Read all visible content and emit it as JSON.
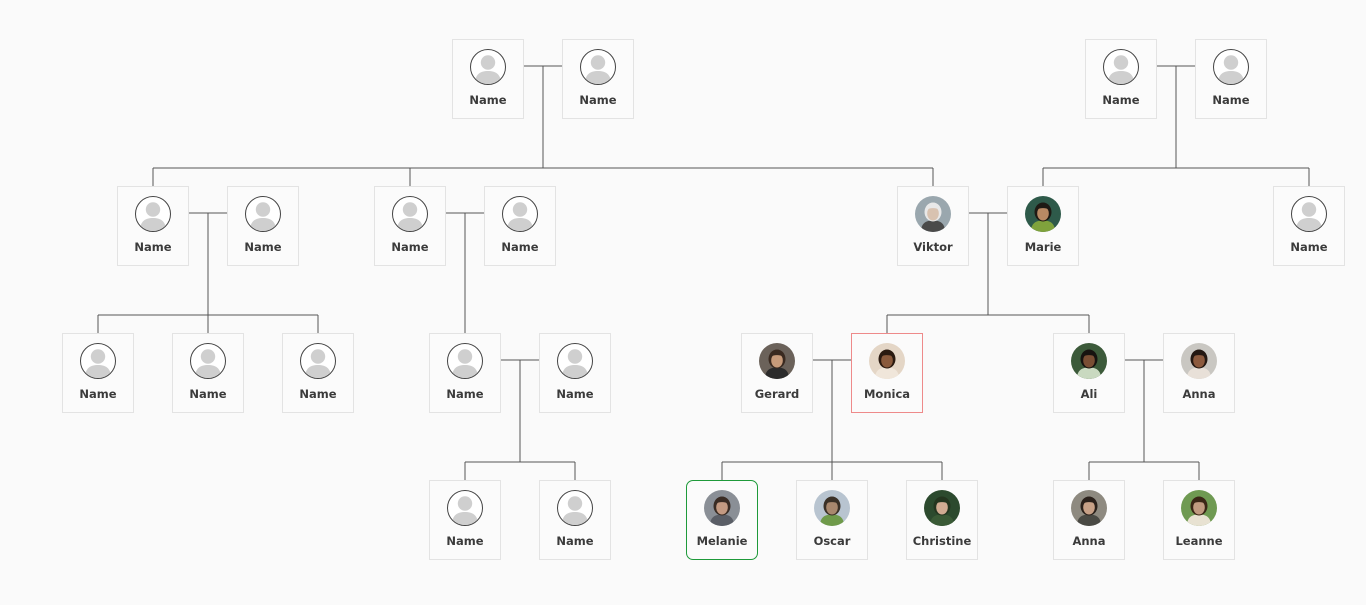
{
  "tree": {
    "people": [
      {
        "id": "g1a",
        "name": "Name",
        "avatar": "placeholder"
      },
      {
        "id": "g1b",
        "name": "Name",
        "avatar": "placeholder"
      },
      {
        "id": "g2a",
        "name": "Name",
        "avatar": "placeholder"
      },
      {
        "id": "g2b",
        "name": "Name",
        "avatar": "placeholder"
      },
      {
        "id": "g3a",
        "name": "Name",
        "avatar": "placeholder"
      },
      {
        "id": "g3b",
        "name": "Name",
        "avatar": "placeholder"
      },
      {
        "id": "viktor",
        "name": "Viktor",
        "avatar": "photo",
        "photo": {
          "bg": "#9aa7ae",
          "skin": "#d8c2b0",
          "hair": "#e8e8e8",
          "shirt": "#4a4a4a"
        }
      },
      {
        "id": "marie",
        "name": "Marie",
        "avatar": "photo",
        "photo": {
          "bg": "#2e5a4a",
          "skin": "#b98a64",
          "hair": "#1e1a14",
          "shirt": "#7fa23c"
        }
      },
      {
        "id": "g4a",
        "name": "Name",
        "avatar": "placeholder"
      },
      {
        "id": "c1",
        "name": "Name",
        "avatar": "placeholder"
      },
      {
        "id": "c2",
        "name": "Name",
        "avatar": "placeholder"
      },
      {
        "id": "c3",
        "name": "Name",
        "avatar": "placeholder"
      },
      {
        "id": "g5a",
        "name": "Name",
        "avatar": "placeholder"
      },
      {
        "id": "g5b",
        "name": "Name",
        "avatar": "placeholder"
      },
      {
        "id": "gerard",
        "name": "Gerard",
        "avatar": "photo",
        "photo": {
          "bg": "#6b625a",
          "skin": "#c79b7a",
          "hair": "#3a2a20",
          "shirt": "#2b2b2b"
        }
      },
      {
        "id": "monica",
        "name": "Monica",
        "avatar": "photo",
        "photo": {
          "bg": "#e4d6c6",
          "skin": "#8a5a3c",
          "hair": "#2a1a10",
          "shirt": "#f0e6da"
        }
      },
      {
        "id": "ali",
        "name": "Ali",
        "avatar": "photo",
        "photo": {
          "bg": "#3c5a3a",
          "skin": "#7a4e34",
          "hair": "#171310",
          "shirt": "#c9d9c0"
        }
      },
      {
        "id": "anna1",
        "name": "Anna",
        "avatar": "photo",
        "photo": {
          "bg": "#c9c7c2",
          "skin": "#8c5a3e",
          "hair": "#241812",
          "shirt": "#e8e0d8"
        }
      },
      {
        "id": "c4",
        "name": "Name",
        "avatar": "placeholder"
      },
      {
        "id": "c5",
        "name": "Name",
        "avatar": "placeholder"
      },
      {
        "id": "melanie",
        "name": "Melanie",
        "avatar": "photo",
        "photo": {
          "bg": "#8a8f96",
          "skin": "#c49a82",
          "hair": "#3a2c24",
          "shirt": "#5a5e66"
        }
      },
      {
        "id": "oscar",
        "name": "Oscar",
        "avatar": "photo",
        "photo": {
          "bg": "#b8c4d0",
          "skin": "#a9886e",
          "hair": "#3b3127",
          "shirt": "#6f9a4a"
        }
      },
      {
        "id": "christine",
        "name": "Christine",
        "avatar": "photo",
        "photo": {
          "bg": "#2c4a2e",
          "skin": "#d1ab92",
          "hair": "#24351f",
          "shirt": "#3a5a36"
        }
      },
      {
        "id": "anna2",
        "name": "Anna",
        "avatar": "photo",
        "photo": {
          "bg": "#8e8a80",
          "skin": "#c7a086",
          "hair": "#2a201a",
          "shirt": "#4a4a44"
        }
      },
      {
        "id": "leanne",
        "name": "Leanne",
        "avatar": "photo",
        "photo": {
          "bg": "#6f9a52",
          "skin": "#c09a80",
          "hair": "#3a2616",
          "shirt": "#e8e2d2"
        }
      }
    ],
    "selected_id": "melanie",
    "highlighted_id": "monica",
    "colors": {
      "line": "#555555",
      "card_border": "#e3e3e3",
      "selected_border": "#1e9a3a",
      "highlight_border": "#ee8a8a",
      "placeholder_icon": "#cfcfcf"
    },
    "icons": {
      "placeholder": "person-silhouette-icon"
    }
  }
}
